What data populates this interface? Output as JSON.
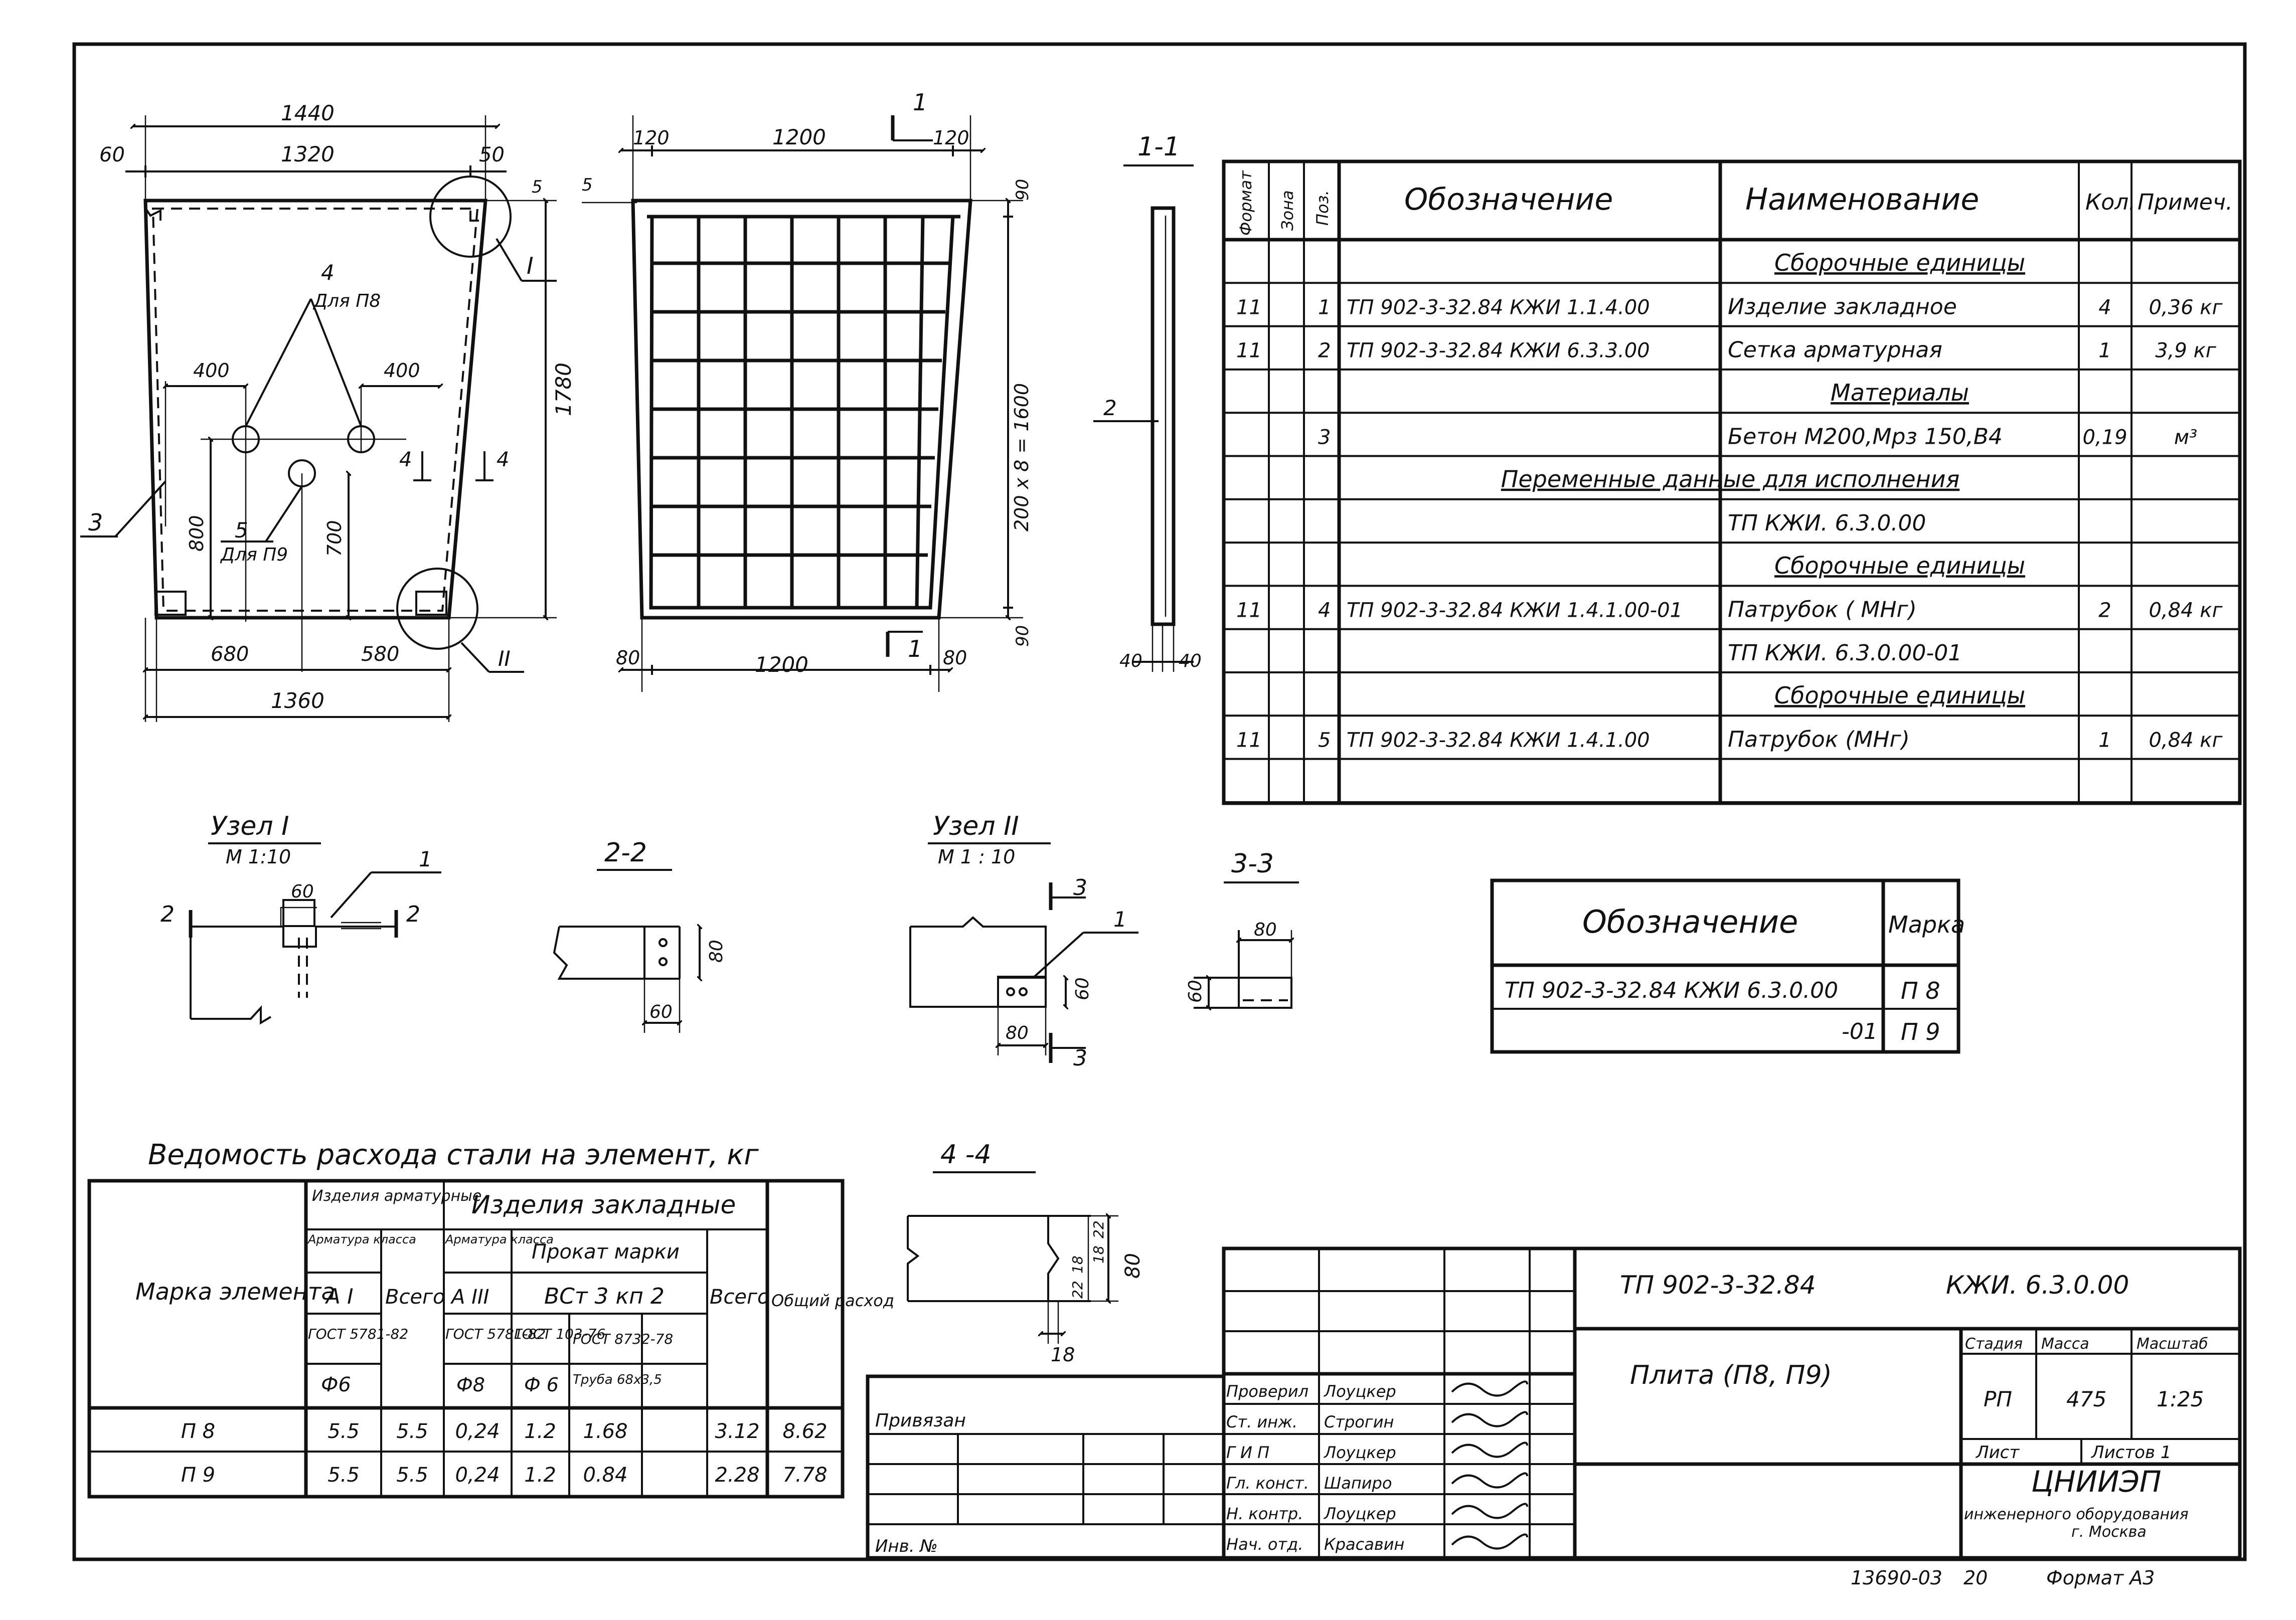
{
  "plan": {
    "dims": {
      "total_top": "1440",
      "left_m": "60",
      "inner_top": "1320",
      "right_m": "50",
      "right_small": "5",
      "height": "1780",
      "hole_left": "400",
      "hole_right": "400",
      "h800": "800",
      "h700": "700",
      "bottom_left": "680",
      "bottom_right": "580",
      "bottom_total": "1360"
    },
    "labels": {
      "c4": "4",
      "c4_sub": "Для П8",
      "c5": "5",
      "c5_sub": "Для П9",
      "c3": "3",
      "node1": "I",
      "node2": "II",
      "sec4a": "4",
      "sec4b": "4"
    }
  },
  "mesh": {
    "dims": {
      "top_l": "120",
      "top_c": "1200",
      "top_r": "120",
      "left_small": "5",
      "right_top": "90",
      "height": "200 x 8 = 1600",
      "right_bot": "90",
      "bot_l": "80",
      "bot_c": "1200",
      "bot_r": "80"
    },
    "section_mark": "1"
  },
  "section11": {
    "title": "1-1",
    "pos": "2",
    "dim_l": "40",
    "dim_r": "40"
  },
  "spec": {
    "headers": {
      "format": "Формат",
      "zone": "Зона",
      "pos": "Поз.",
      "designation": "Обозначение",
      "name": "Наименование",
      "qty": "Кол.",
      "note": "Примеч."
    },
    "rows": [
      {
        "f": "",
        "p": "",
        "d": "",
        "n": "Сборочные единицы",
        "q": "",
        "m": "",
        "type": "section"
      },
      {
        "f": "11",
        "p": "1",
        "d": "ТП 902-3-32.84    КЖИ 1.1.4.00",
        "n": "Изделие закладное",
        "q": "4",
        "m": "0,36 кг",
        "type": "item"
      },
      {
        "f": "11",
        "p": "2",
        "d": "ТП 902-3-32.84    КЖИ 6.3.3.00",
        "n": "Сетка арматурная",
        "q": "1",
        "m": "3,9 кг",
        "type": "item"
      },
      {
        "f": "",
        "p": "",
        "d": "",
        "n": "Материалы",
        "q": "",
        "m": "",
        "type": "section"
      },
      {
        "f": "",
        "p": "3",
        "d": "",
        "n": "Бетон   М200,Мрз 150,В4",
        "q": "0,19",
        "m": "м³",
        "type": "item"
      },
      {
        "f": "",
        "p": "",
        "d": "",
        "n": "Переменные данные для исполнения",
        "q": "",
        "m": "",
        "type": "wide"
      },
      {
        "f": "",
        "p": "",
        "d": "",
        "n": "ТП          КЖИ. 6.3.0.00",
        "q": "",
        "m": "",
        "type": "variant"
      },
      {
        "f": "",
        "p": "",
        "d": "",
        "n": "Сборочные единицы",
        "q": "",
        "m": "",
        "type": "section"
      },
      {
        "f": "11",
        "p": "4",
        "d": "ТП 902-3-32.84  КЖИ 1.4.1.00-01",
        "n": "Патрубок    ( МНг)",
        "q": "2",
        "m": "0,84 кг",
        "type": "item"
      },
      {
        "f": "",
        "p": "",
        "d": "",
        "n": "ТП          КЖИ. 6.3.0.00-01",
        "q": "",
        "m": "",
        "type": "variant"
      },
      {
        "f": "",
        "p": "",
        "d": "",
        "n": "Сборочные единицы",
        "q": "",
        "m": "",
        "type": "section"
      },
      {
        "f": "11",
        "p": "5",
        "d": "ТП 902-3-32.84    КЖИ 1.4.1.00",
        "n": "Патрубок     (МНг)",
        "q": "1",
        "m": "0,84 кг",
        "type": "item"
      },
      {
        "f": "",
        "p": "",
        "d": "",
        "n": "",
        "q": "",
        "m": "",
        "type": "empty"
      }
    ]
  },
  "marks": {
    "h_designation": "Обозначение",
    "h_mark": "Марка",
    "row1_d": "ТП 902-3-32.84    КЖИ 6.3.0.00",
    "row1_m": "П 8",
    "row2_d": "-01",
    "row2_m": "П 9"
  },
  "details": {
    "node1": {
      "title": "Узел I",
      "scale": "М 1:10",
      "dim": "60",
      "pos": "1",
      "cut_l": "2",
      "cut_r": "2"
    },
    "sec22": {
      "title": "2-2",
      "dim_h": "80",
      "dim_w": "60"
    },
    "node2": {
      "title": "Узел II",
      "scale": "М 1 : 10",
      "cut_t": "3",
      "cut_b": "3",
      "pos": "1",
      "dim_h": "60",
      "dim_w": "80"
    },
    "sec33": {
      "title": "3-3",
      "dim_w": "80",
      "dim_h": "60"
    },
    "sec44": {
      "title": "4 -4",
      "d1": "22",
      "d2": "18",
      "d3": "18",
      "d4": "22",
      "dim_h": "80",
      "dim_w": "18"
    }
  },
  "steel": {
    "title": "Ведомость расхода стали на элемент, кг",
    "h_mark": "Марка элемента",
    "h_rebar": "Изделия арматурные",
    "h_embed": "Изделия закладные",
    "h_class1": "Арматура класса",
    "h_a1": "А I",
    "h_gost1": "ГОСТ 5781-82",
    "h_d6": "Ф6",
    "h_total1": "Всего",
    "h_class2": "Арматура класса",
    "h_a3": "А III",
    "h_gost2": "ГОСТ 5781-82",
    "h_d8": "Ф8",
    "h_prokat": "Прокат марки",
    "h_vst": "ВСт 3 кп 2",
    "h_gost3": "ГОСТ 103-76",
    "h_d6b": "Ф 6",
    "h_gost4": "ГОСТ 8732-78",
    "h_pipe": "Труба 68х3,5",
    "h_total2": "Всего",
    "h_common": "Общий расход",
    "rows": [
      {
        "mark": "П 8",
        "a1": "5.5",
        "t1": "5.5",
        "a3": "0,24",
        "p6": "1.2",
        "pipe": "1.68",
        "e": "",
        "t2": "3.12",
        "all": "8.62"
      },
      {
        "mark": "П 9",
        "a1": "5.5",
        "t1": "5.5",
        "a3": "0,24",
        "p6": "1.2",
        "pipe": "0.84",
        "e": "",
        "t2": "2.28",
        "all": "7.78"
      }
    ]
  },
  "stamp": {
    "code": "ТП 902-3-32.84",
    "code2": "КЖИ. 6.3.0.00",
    "title": "Плита (П8, П9)",
    "h_stage": "Стадия",
    "h_mass": "Масса",
    "h_scale": "Масштаб",
    "stage": "РП",
    "mass": "475",
    "scale": "1:25",
    "sheet": "Лист",
    "sheets": "Листов 1",
    "org": "ЦНИИЭП",
    "org2": "инженерного оборудования",
    "org3": "г. Москва",
    "bound": "Привязан",
    "inv": "Инв. №",
    "roles": [
      {
        "role": "Проверил",
        "name": "Лоуцкер"
      },
      {
        "role": "Ст. инж.",
        "name": "Строгин"
      },
      {
        "role": "Г И П",
        "name": "Лоуцкер"
      },
      {
        "role": "Гл. конст.",
        "name": "Шапиро"
      },
      {
        "role": "Н. контр.",
        "name": "Лоуцкер"
      },
      {
        "role": "Нач. отд.",
        "name": "Красавин"
      }
    ]
  },
  "footer": {
    "num": "13690-03",
    "page": "20",
    "format": "Формат А3"
  }
}
